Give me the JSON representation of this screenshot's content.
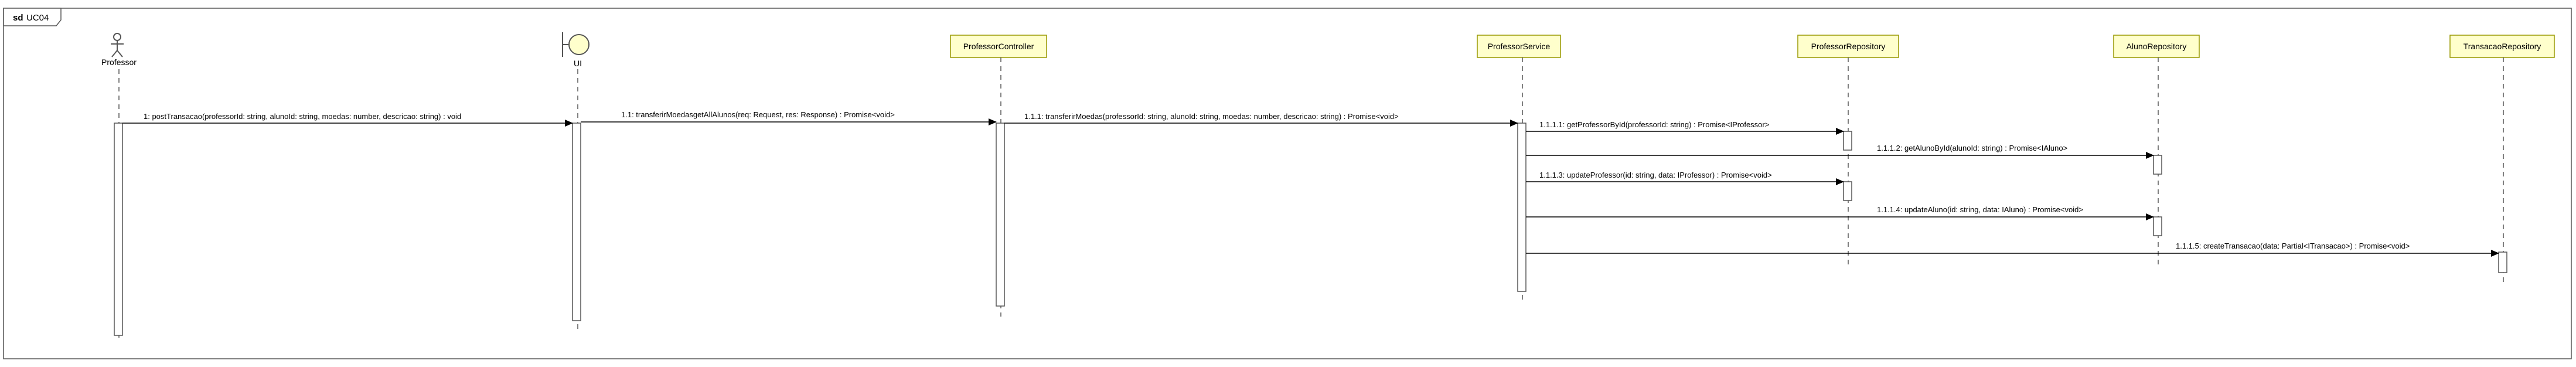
{
  "frame": {
    "keyword": "sd",
    "name": "UC04"
  },
  "participants": [
    {
      "id": "professor",
      "label": "Professor",
      "kind": "actor"
    },
    {
      "id": "ui",
      "label": "UI",
      "kind": "boundary"
    },
    {
      "id": "controller",
      "label": "ProfessorController",
      "kind": "box"
    },
    {
      "id": "service",
      "label": "ProfessorService",
      "kind": "box"
    },
    {
      "id": "profrepo",
      "label": "ProfessorRepository",
      "kind": "box"
    },
    {
      "id": "alunorepo",
      "label": "AlunoRepository",
      "kind": "box"
    },
    {
      "id": "transrepo",
      "label": "TransacaoRepository",
      "kind": "box"
    }
  ],
  "messages": [
    {
      "from": "professor",
      "to": "ui",
      "label": "1: postTransacao(professorId: string, alunoId: string, moedas: number, descricao: string) : void"
    },
    {
      "from": "ui",
      "to": "controller",
      "label": "1.1: transferirMoedasgetAllAlunos(req: Request, res: Response) : Promise<void>"
    },
    {
      "from": "controller",
      "to": "service",
      "label": "1.1.1: transferirMoedas(professorId: string, alunoId: string, moedas: number, descricao: string) : Promise<void>"
    },
    {
      "from": "service",
      "to": "profrepo",
      "label": "1.1.1.1: getProfessorById(professorId: string) : Promise<IProfessor>"
    },
    {
      "from": "service",
      "to": "alunorepo",
      "label": "1.1.1.2: getAlunoById(alunoId: string) : Promise<IAluno>"
    },
    {
      "from": "service",
      "to": "profrepo",
      "label": "1.1.1.3: updateProfessor(id: string, data: IProfessor) : Promise<void>"
    },
    {
      "from": "service",
      "to": "alunorepo",
      "label": "1.1.1.4: updateAluno(id: string, data: IAluno) : Promise<void>"
    },
    {
      "from": "service",
      "to": "transrepo",
      "label": "1.1.1.5: createTransacao(data: Partial<ITransacao>) : Promise<void>"
    }
  ],
  "colors": {
    "frame": "#555555",
    "box_fill": "#ffffcc",
    "box_border": "#999900",
    "lifeline": "#555555",
    "arrow": "#000000",
    "activation_fill": "#ffffff"
  }
}
